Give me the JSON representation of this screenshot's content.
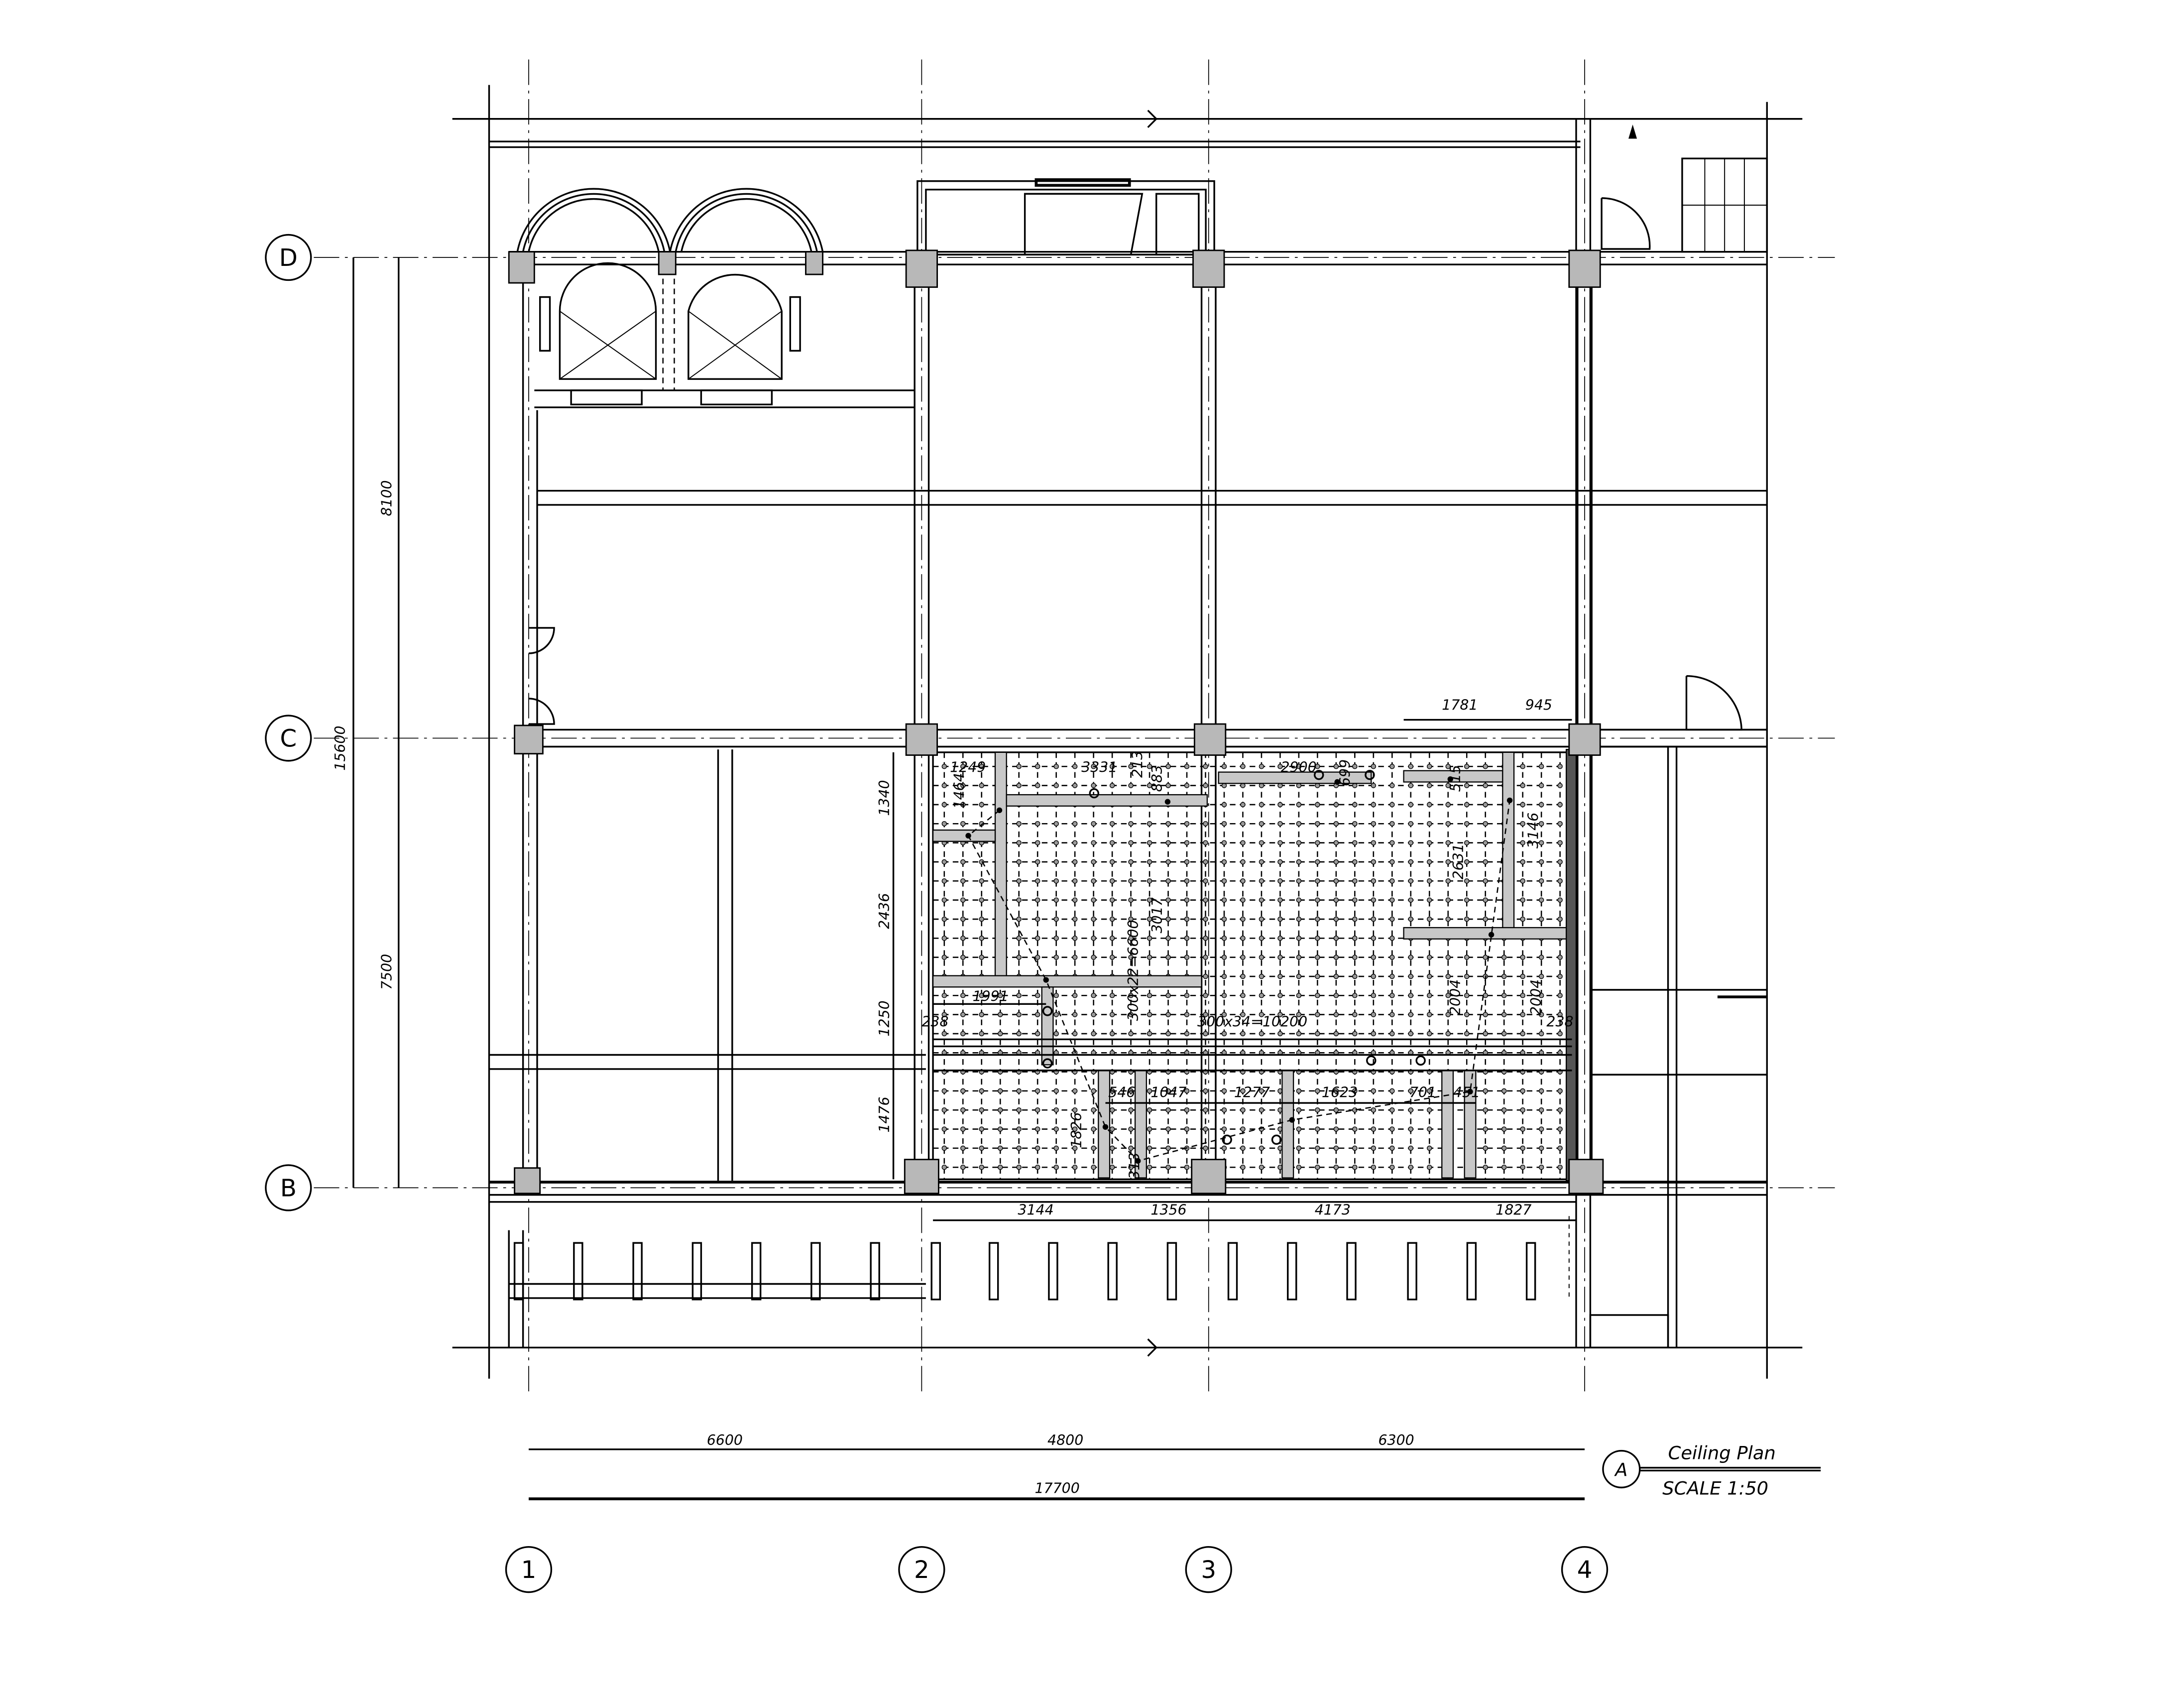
{
  "drawing": {
    "title": "Ceiling Plan",
    "scale": "SCALE 1:50",
    "detail_marker": "A"
  },
  "grid_axes": {
    "columns": [
      "1",
      "2",
      "3",
      "4"
    ],
    "rows": [
      "D",
      "C",
      "B"
    ]
  },
  "dimensions": {
    "bottom_spans": [
      "6600",
      "4800",
      "6300"
    ],
    "bottom_total": "17700",
    "left_spans": [
      "8100",
      "7500"
    ],
    "left_total": "15600",
    "ceiling_left": [
      "1340",
      "2436",
      "1250",
      "1476"
    ],
    "ceiling_bottom": [
      "3144",
      "1356",
      "4173",
      "1827"
    ],
    "ceiling_top_right": [
      "1781",
      "945"
    ],
    "ceiling_grid_h": "300x34=10200",
    "ceiling_grid_v": "300x22=6600",
    "annotations": {
      "a1249": "1249",
      "a1464": "1464",
      "a3331": "3331",
      "a213": "213",
      "a883": "883",
      "a2900": "2900",
      "a699": "699",
      "a515": "515",
      "a2631": "2631",
      "a3146": "3146",
      "a3017": "3017",
      "a1991": "1991",
      "a238l": "238",
      "a238r": "238",
      "a2004a": "2004",
      "a2004b": "2004",
      "a546": "546",
      "a1047": "1047",
      "a1277": "1277",
      "a1623": "1623",
      "a701": "701",
      "a451": "451",
      "a1826": "1826",
      "a313": "313"
    }
  },
  "colors": {
    "line": "#000000",
    "column_fill": "#b8b8b8",
    "beam_fill": "#c8c8c8",
    "background": "#ffffff"
  }
}
